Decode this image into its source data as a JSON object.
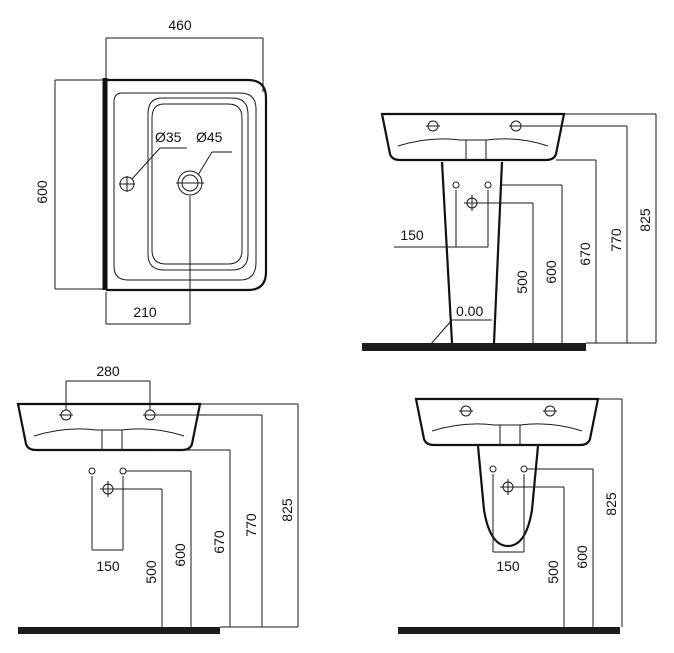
{
  "top_view": {
    "width_mm": "460",
    "depth_mm": "600",
    "tap_hole": "Ø35",
    "waste_hole": "Ø45",
    "waste_offset": "210"
  },
  "pedestal_view": {
    "floor_level": "0.00",
    "waste_spacing": "150",
    "heights": [
      "500",
      "600",
      "670",
      "770",
      "825"
    ]
  },
  "wall_view": {
    "tap_spacing": "280",
    "waste_spacing": "150",
    "heights": [
      "500",
      "600",
      "670",
      "770",
      "825"
    ]
  },
  "semi_pedestal_view": {
    "waste_spacing": "150",
    "heights": [
      "500",
      "600",
      "825"
    ]
  },
  "colors": {
    "line": "#1a1a1a",
    "ground": "#1c1c1c",
    "background": "#ffffff"
  }
}
